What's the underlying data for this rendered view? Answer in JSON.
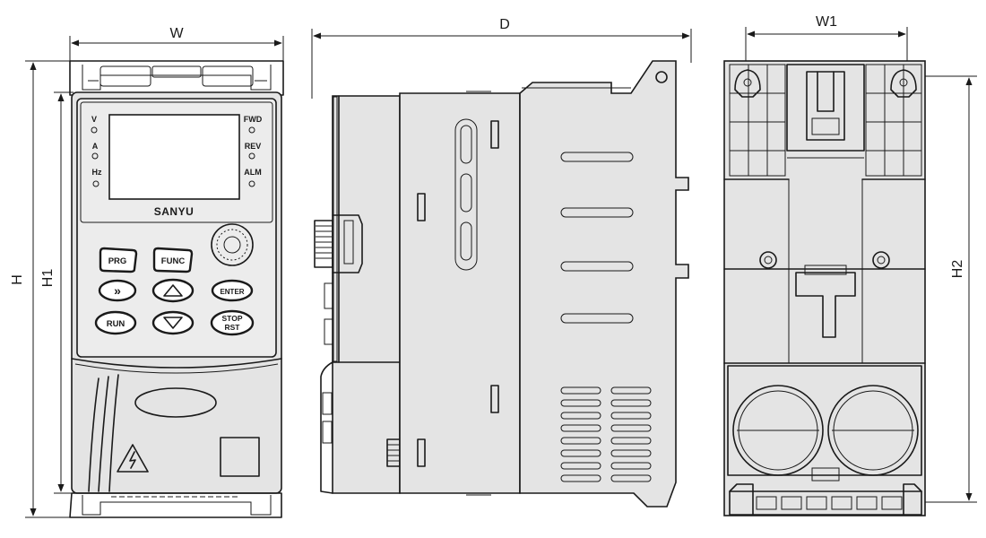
{
  "dimensions": {
    "width": "W",
    "depth": "D",
    "mount_width": "W1",
    "height": "H",
    "body_height": "H1",
    "mount_height": "H2"
  },
  "front_panel": {
    "brand": "SANYU",
    "indicators_left": [
      "V",
      "A",
      "Hz"
    ],
    "indicators_right": [
      "FWD",
      "REV",
      "ALM"
    ],
    "keys": {
      "prg": "PRG",
      "func": "FUNC",
      "shift": "»",
      "ent": "ENTER",
      "run": "RUN",
      "stop": "STOP",
      "rst": "RST"
    }
  },
  "icons": [
    "warning-electric-icon",
    "up-arrow-icon",
    "down-arrow-icon",
    "potentiometer-knob-icon"
  ]
}
